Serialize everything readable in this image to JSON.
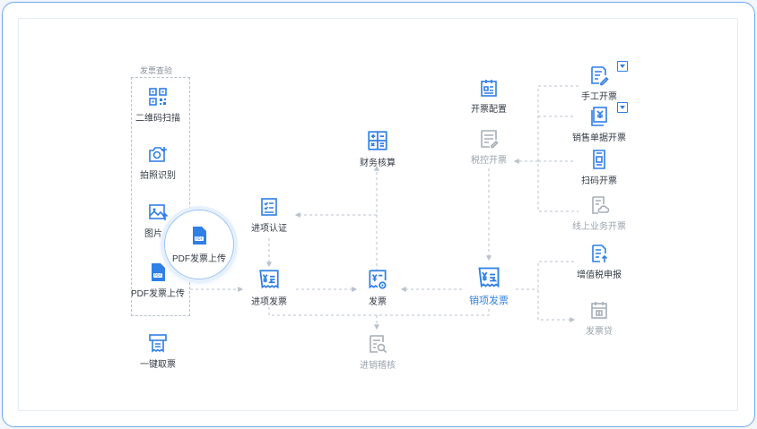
{
  "diagram": {
    "group_title": "发票查验",
    "nodes": {
      "qrcode": "二维码扫描",
      "photo": "拍照识别",
      "image_upload": "图片上",
      "pdf_upload": "PDF发票上传",
      "pdf_bubble": "PDF发票上传",
      "one_click": "一键取票",
      "input_auth": "进项认证",
      "input_invoice": "进项发票",
      "finance": "财务核算",
      "invoice": "发票",
      "audit": "进销稽核",
      "issue_config": "开票配置",
      "tax_control": "税控开票",
      "output_invoice": "销项发票",
      "manual": "手工开票",
      "sales_doc": "销售单据开票",
      "scan_code": "扫码开票",
      "online": "线上业务开票",
      "vat_declare": "增值税申报",
      "loan": "发票贷"
    },
    "colors": {
      "accent": "#2f7fe6",
      "muted": "#a5adb7",
      "line": "#b9c2cc"
    }
  }
}
